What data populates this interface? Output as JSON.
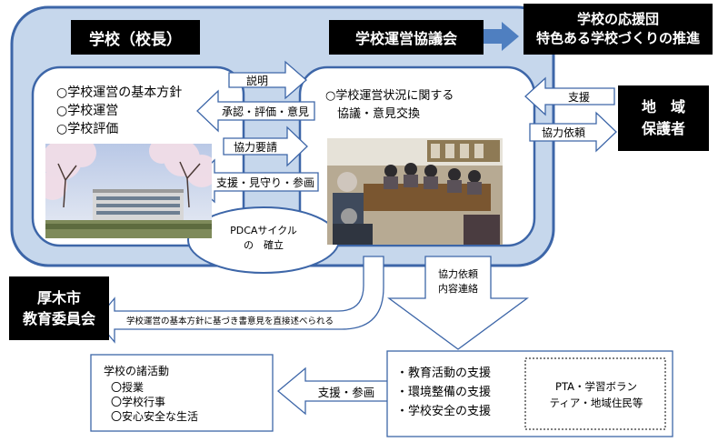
{
  "school": {
    "title": "学校（校長）",
    "items": "○学校運営の基本方針\n○学校運営\n○学校評価"
  },
  "council": {
    "title": "学校運営協議会",
    "body": "○学校運営状況に関する\n　協議・意見交換"
  },
  "supporters": {
    "title": "学校の応援団\n特色ある学校づくりの推進"
  },
  "guardians": {
    "title": "地　域\n保護者"
  },
  "board": {
    "title": "厚木市\n教育委員会"
  },
  "pdca": {
    "text": "PDCAサイクル\nの　確立"
  },
  "arrows": {
    "explain": "説明",
    "approve": "承認・評価・意見",
    "cooperate": "協力要請",
    "assist": "支援・見守り・参画",
    "support": "支援",
    "request": "協力依頼",
    "board_opinion": "学校運営の基本方針に基づき書意見を直接述べられる",
    "down": "協力依頼\n内容連絡",
    "participate": "支援・参画"
  },
  "activities": {
    "title": "学校の諸活動",
    "items": "〇授業\n〇学校行事\n〇安心安全な生活"
  },
  "support_box": {
    "items": "・教育活動の支援\n・環境整備の支援\n・学校安全の支援",
    "members": "PTA・学習ボラン\nティア・地域住民等"
  },
  "colors": {
    "outer_fill": "#c6d7ec",
    "outer_stroke": "#3d66a8",
    "arrow_stroke": "#3d66a8",
    "blue_arrow": "#4f7fc0"
  }
}
